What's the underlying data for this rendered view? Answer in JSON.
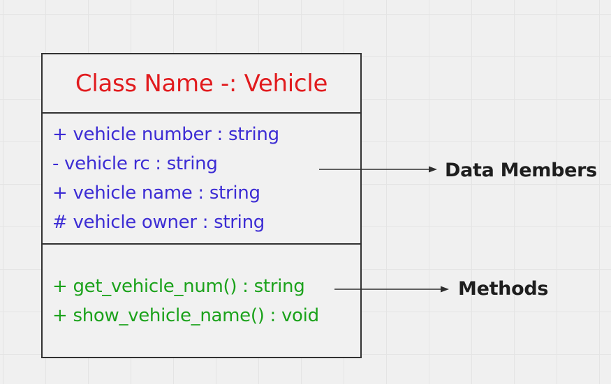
{
  "colors": {
    "background": "#f0f0f0",
    "grid_line": "#e4e4e4",
    "box_border": "#323232",
    "box_fill": "#f1f1f1",
    "title_text": "#e11b1e",
    "attribute_text": "#3c2cd4",
    "method_text": "#1ba21b",
    "annotation_text": "#1e1e1e",
    "arrow": "#2f2f2f"
  },
  "class_box": {
    "title": "Class Name -: Vehicle",
    "attributes": [
      "+ vehicle number : string",
      "- vehicle rc : string",
      "+ vehicle name : string",
      "# vehicle owner : string"
    ],
    "methods": [
      "+ get_vehicle_num() : string",
      "+ show_vehicle_name() : void"
    ]
  },
  "annotations": {
    "data_members": {
      "label": "Data Members"
    },
    "methods": {
      "label": "Methods"
    }
  }
}
